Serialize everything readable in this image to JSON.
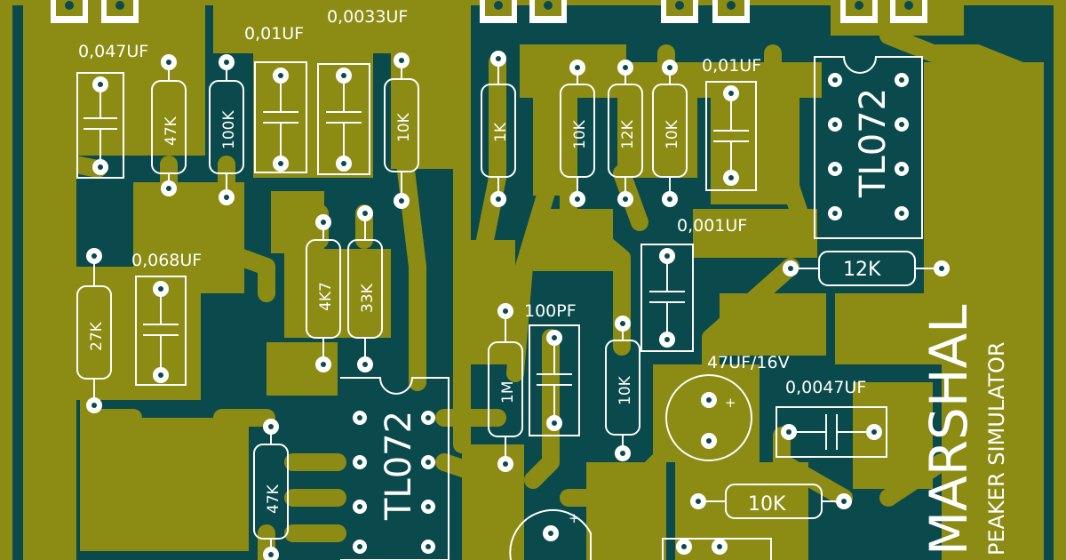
{
  "colors": {
    "copper": "#8c8c14",
    "substrate": "#0a4a4c",
    "silkscreen": "#ffffff",
    "pad": "#ffffff"
  },
  "title": {
    "brand": "MARSHAL",
    "subtitle": "PEAKER SIMULATOR"
  },
  "resistors": {
    "r47k_top": "47K",
    "r100k": "100K",
    "r10k_top": "10K",
    "r1k": "1K",
    "r10k_mid1": "10K",
    "r12k_top": "12K",
    "r10k_mid2": "10K",
    "r27k": "27K",
    "r4k7": "4K7",
    "r33k": "33K",
    "r1m": "1M",
    "r10k_low": "10K",
    "r47k_low": "47K",
    "r12k_right": "12K",
    "r10k_right": "10K"
  },
  "capacitors": {
    "c047": "0,047UF",
    "c01_top": "0,01UF",
    "c0033": "0,0033UF",
    "c01_right": "0,01UF",
    "c001": "0,001UF",
    "c068": "0,068UF",
    "c100pf": "100PF",
    "c47uf": "47UF/16V",
    "c0047": "0,0047UF"
  },
  "ics": {
    "ic_top": "TL072",
    "ic_bottom": "TL072"
  },
  "polarity": {
    "plus": "+"
  }
}
